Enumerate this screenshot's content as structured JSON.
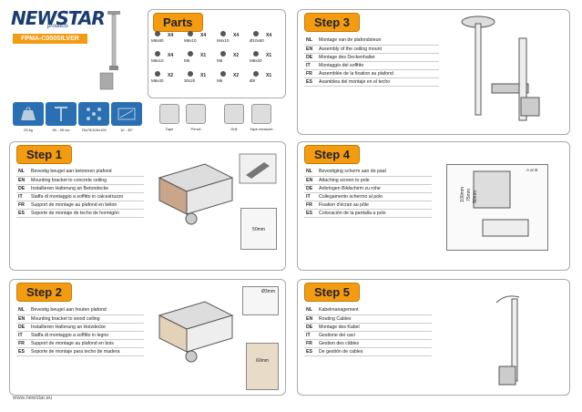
{
  "brand": {
    "name": "NEWSTAR",
    "sub": "products",
    "model": "FPMA-C050SILVER",
    "footer": "www.newstar.eu"
  },
  "specs": [
    {
      "label": "25 kg"
    },
    {
      "label": "50 - 95 cm"
    },
    {
      "label": "75x75/100x100"
    },
    {
      "label": "10 - 30\""
    }
  ],
  "tools": [
    {
      "label": "Tape"
    },
    {
      "label": "Pencil"
    },
    {
      "label": "Drill"
    },
    {
      "label": "Tape measure"
    }
  ],
  "parts": {
    "title": "Parts",
    "items": [
      {
        "label": "M6x80",
        "qty": "X4"
      },
      {
        "label": "M6x10",
        "qty": "X4"
      },
      {
        "label": "M4x10",
        "qty": "X4"
      },
      {
        "label": "Ø10x50",
        "qty": "X4"
      },
      {
        "label": "M6x10",
        "qty": "X4"
      },
      {
        "label": "M6",
        "qty": "X1"
      },
      {
        "label": "M6",
        "qty": "X2"
      },
      {
        "label": "M6x20",
        "qty": "X1"
      },
      {
        "label": "M6x40",
        "qty": "X2"
      },
      {
        "label": "30x20",
        "qty": "X1"
      },
      {
        "label": "M6",
        "qty": "X2"
      },
      {
        "label": "Ø8",
        "qty": "X1"
      }
    ]
  },
  "step1": {
    "title": "Step 1",
    "rows": [
      {
        "code": "NL",
        "text": "Bevestig beugel aan betonnen plafond"
      },
      {
        "code": "EN",
        "text": "Mounting bracket to concrete ceiling"
      },
      {
        "code": "DE",
        "text": "Installieren Halterung an Betondecke"
      },
      {
        "code": "IT",
        "text": "Staffa di montaggio a soffitto in calcestruzzo"
      },
      {
        "code": "FR",
        "text": "Support de montage au plafond en béton"
      },
      {
        "code": "ES",
        "text": "Soporte de montaje de techo de hormigón"
      }
    ],
    "measure": "50mm"
  },
  "step2": {
    "title": "Step 2",
    "rows": [
      {
        "code": "NL",
        "text": "Bevestig beugel aan houten plafond"
      },
      {
        "code": "EN",
        "text": "Mounting bracket to wood ceiling"
      },
      {
        "code": "DE",
        "text": "Installieren Halterung an Holzdecke"
      },
      {
        "code": "IT",
        "text": "Staffa di montaggio a soffitto in legno"
      },
      {
        "code": "FR",
        "text": "Support de montage au plafond en bois"
      },
      {
        "code": "ES",
        "text": "Soporte de montaje para techo de madera"
      }
    ],
    "drill": "Ø3mm",
    "measure": "60mm"
  },
  "step3": {
    "title": "Step 3",
    "rows": [
      {
        "code": "NL",
        "text": "Montage van de plafondsteun"
      },
      {
        "code": "EN",
        "text": "Assembly of the ceiling mount"
      },
      {
        "code": "DE",
        "text": "Montage des Deckenhalter"
      },
      {
        "code": "IT",
        "text": "Montaggio del soffitto"
      },
      {
        "code": "FR",
        "text": "Assemblée de la fixation au plafond"
      },
      {
        "code": "ES",
        "text": "Asamblea del montaje en el techo"
      }
    ]
  },
  "step4": {
    "title": "Step 4",
    "rows": [
      {
        "code": "NL",
        "text": "Bevestiging scherm aan de paal"
      },
      {
        "code": "EN",
        "text": "Attaching screen to pole"
      },
      {
        "code": "DE",
        "text": "Anbringen Bildschirm zu rohe"
      },
      {
        "code": "IT",
        "text": "Collegamento schermo al polo"
      },
      {
        "code": "FR",
        "text": "Fixation d'écran au pôle"
      },
      {
        "code": "ES",
        "text": "Colocación de la pantalla a polo"
      }
    ],
    "dim1": "100mm",
    "dim2": "75mm",
    "dim3": "50mm",
    "part": "A or B"
  },
  "step5": {
    "title": "Step 5",
    "rows": [
      {
        "code": "NL",
        "text": "Kabelmanagement"
      },
      {
        "code": "EN",
        "text": "Routing Cables"
      },
      {
        "code": "DE",
        "text": "Montage des Kabel"
      },
      {
        "code": "IT",
        "text": "Gestione dei cavi"
      },
      {
        "code": "FR",
        "text": "Gestion des câbles"
      },
      {
        "code": "ES",
        "text": "De gestión de cables"
      }
    ]
  }
}
